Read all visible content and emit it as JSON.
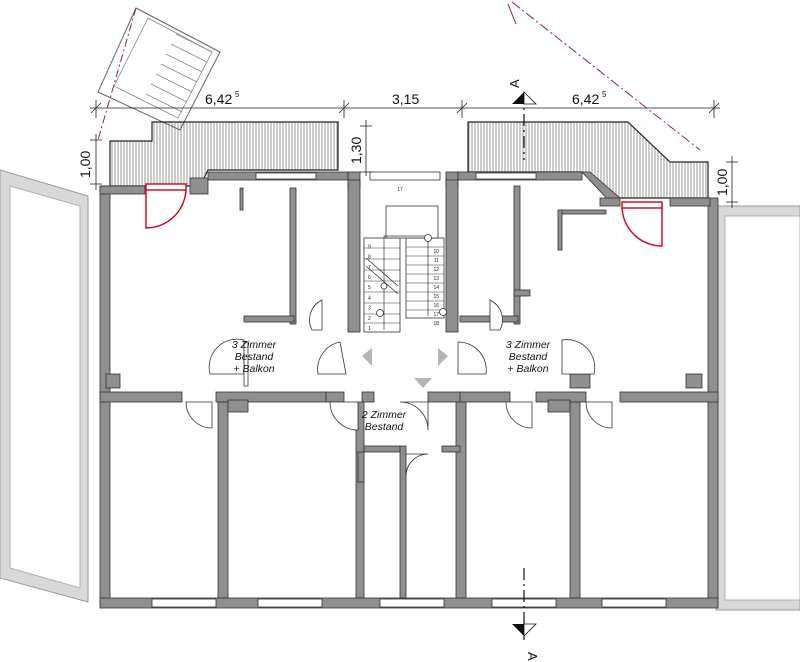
{
  "dimensions": {
    "left_width": "6,42",
    "left_width_sup": "5",
    "middle_width": "3,15",
    "right_width": "6,42",
    "right_width_sup": "5",
    "left_balcony_depth": "1,00",
    "right_balcony_depth": "1,00",
    "stair_balcony_offset": "1,30"
  },
  "section_marker": {
    "top_label": "A",
    "bottom_label": "A"
  },
  "rooms": {
    "left_unit": [
      "3 Zimmer",
      "Bestand",
      "+ Balkon"
    ],
    "right_unit": [
      "3 Zimmer",
      "Bestand",
      "+ Balkon"
    ],
    "center_unit": [
      "2 Zimmer",
      "Bestand"
    ]
  },
  "stair": {
    "left_steps": [
      "1",
      "2",
      "3",
      "4",
      "5",
      "6",
      "7",
      "8",
      "9"
    ],
    "right_steps": [
      "10",
      "11",
      "12",
      "13",
      "14",
      "15",
      "16",
      "17",
      "18"
    ],
    "landing_label": "17"
  },
  "colors": {
    "wall": "#8f8f8f",
    "wall_outline": "#333333",
    "neighbor": "#d9d9d9",
    "new_door": "#d9001b",
    "dash_line": "#a0203a"
  }
}
